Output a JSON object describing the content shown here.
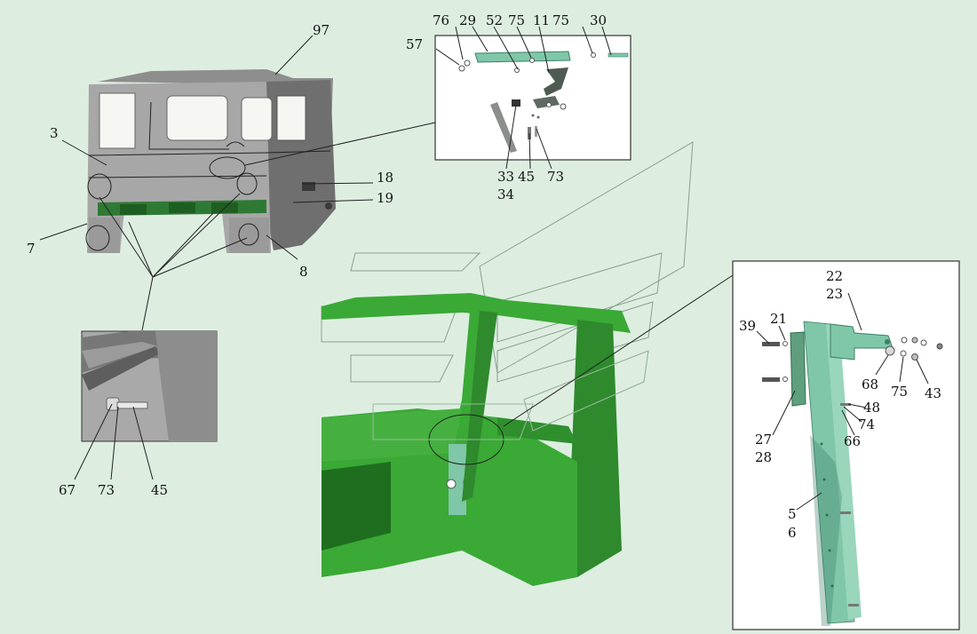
{
  "diagram": {
    "callouts": [
      {
        "id": "c97",
        "text": "97"
      },
      {
        "id": "c3",
        "text": "3"
      },
      {
        "id": "c7",
        "text": "7"
      },
      {
        "id": "c8",
        "text": "8"
      },
      {
        "id": "c18",
        "text": "18"
      },
      {
        "id": "c19",
        "text": "19"
      },
      {
        "id": "c76",
        "text": "76"
      },
      {
        "id": "c29",
        "text": "29"
      },
      {
        "id": "c52",
        "text": "52"
      },
      {
        "id": "c75a",
        "text": "75"
      },
      {
        "id": "c11",
        "text": "11"
      },
      {
        "id": "c75b",
        "text": "75"
      },
      {
        "id": "c30",
        "text": "30"
      },
      {
        "id": "c57",
        "text": "57"
      },
      {
        "id": "c33",
        "text": "33"
      },
      {
        "id": "c34",
        "text": "34"
      },
      {
        "id": "c45a",
        "text": "45"
      },
      {
        "id": "c73a",
        "text": "73"
      },
      {
        "id": "c67",
        "text": "67"
      },
      {
        "id": "c73b",
        "text": "73"
      },
      {
        "id": "c45b",
        "text": "45"
      },
      {
        "id": "c22",
        "text": "22"
      },
      {
        "id": "c23",
        "text": "23"
      },
      {
        "id": "c39",
        "text": "39"
      },
      {
        "id": "c21",
        "text": "21"
      },
      {
        "id": "c68",
        "text": "68"
      },
      {
        "id": "c75c",
        "text": "75"
      },
      {
        "id": "c43",
        "text": "43"
      },
      {
        "id": "c48",
        "text": "48"
      },
      {
        "id": "c74",
        "text": "74"
      },
      {
        "id": "c66",
        "text": "66"
      },
      {
        "id": "c27",
        "text": "27"
      },
      {
        "id": "c28",
        "text": "28"
      },
      {
        "id": "c5",
        "text": "5"
      },
      {
        "id": "c6",
        "text": "6"
      }
    ],
    "colors": {
      "background": "#ddeee1",
      "cab_body": "#a7a7a7",
      "cab_shadow": "#6f6f6f",
      "frame_green": "#3aa935",
      "frame_green_dark": "#1f6e1f",
      "part_teal": "#7fc7a8",
      "part_teal_dark": "#3d7f66",
      "detail_frame": "#ffffff"
    }
  }
}
